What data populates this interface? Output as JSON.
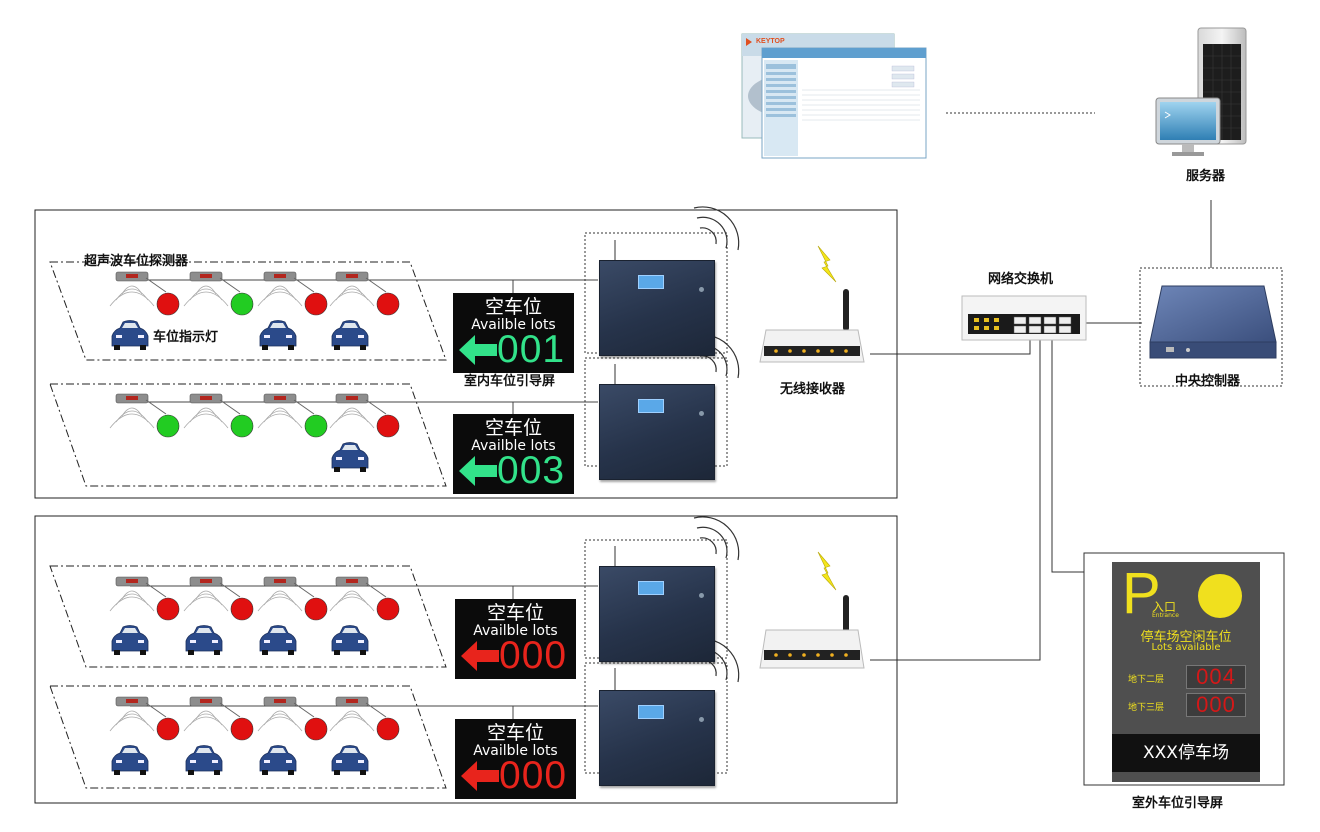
{
  "labels": {
    "server": "服务器",
    "switch": "网络交换机",
    "central_controller": "中央控制器",
    "wireless_receiver": "无线接收器",
    "ultrasonic_detector": "超声波车位探测器",
    "indicator_light": "车位指示灯",
    "indoor_guide_screen": "室内车位引导屏",
    "outdoor_guide_screen": "室外车位引导屏",
    "software_logo": "KEYTOP"
  },
  "indoor_signs": [
    {
      "title": "空车位",
      "subtitle": "Availble lots",
      "count": "001",
      "color": "#32e28a"
    },
    {
      "title": "空车位",
      "subtitle": "Availble lots",
      "count": "003",
      "color": "#32e28a"
    },
    {
      "title": "空车位",
      "subtitle": "Availble lots",
      "count": "000",
      "color": "#e8241c"
    },
    {
      "title": "空车位",
      "subtitle": "Availble lots",
      "count": "000",
      "color": "#e8241c"
    }
  ],
  "rows": [
    {
      "lights": [
        "red",
        "green",
        "red",
        "red"
      ],
      "cars": [
        true,
        false,
        true,
        true
      ]
    },
    {
      "lights": [
        "green",
        "green",
        "green",
        "red"
      ],
      "cars": [
        false,
        false,
        false,
        true
      ]
    },
    {
      "lights": [
        "red",
        "red",
        "red",
        "red"
      ],
      "cars": [
        true,
        true,
        true,
        true
      ]
    },
    {
      "lights": [
        "red",
        "red",
        "red",
        "red"
      ],
      "cars": [
        true,
        true,
        true,
        true
      ]
    }
  ],
  "outdoor": {
    "p_letter": "P",
    "entrance_cn": "入口",
    "entrance_en": "Entrance",
    "title": "停车场空闲车位",
    "subtitle": "Lots available",
    "floors": [
      {
        "name": "地下二层",
        "count": "004"
      },
      {
        "name": "地下三层",
        "count": "000"
      }
    ],
    "footer": "XXX停车场"
  },
  "colors": {
    "sign_green": "#32e28a",
    "sign_red": "#e8241c",
    "light_red": "#e01010",
    "light_green": "#22cc22",
    "outdoor_yellow": "#f0e01e",
    "outdoor_digit_red": "#d41818",
    "car_blue": "#2b4a8a"
  }
}
